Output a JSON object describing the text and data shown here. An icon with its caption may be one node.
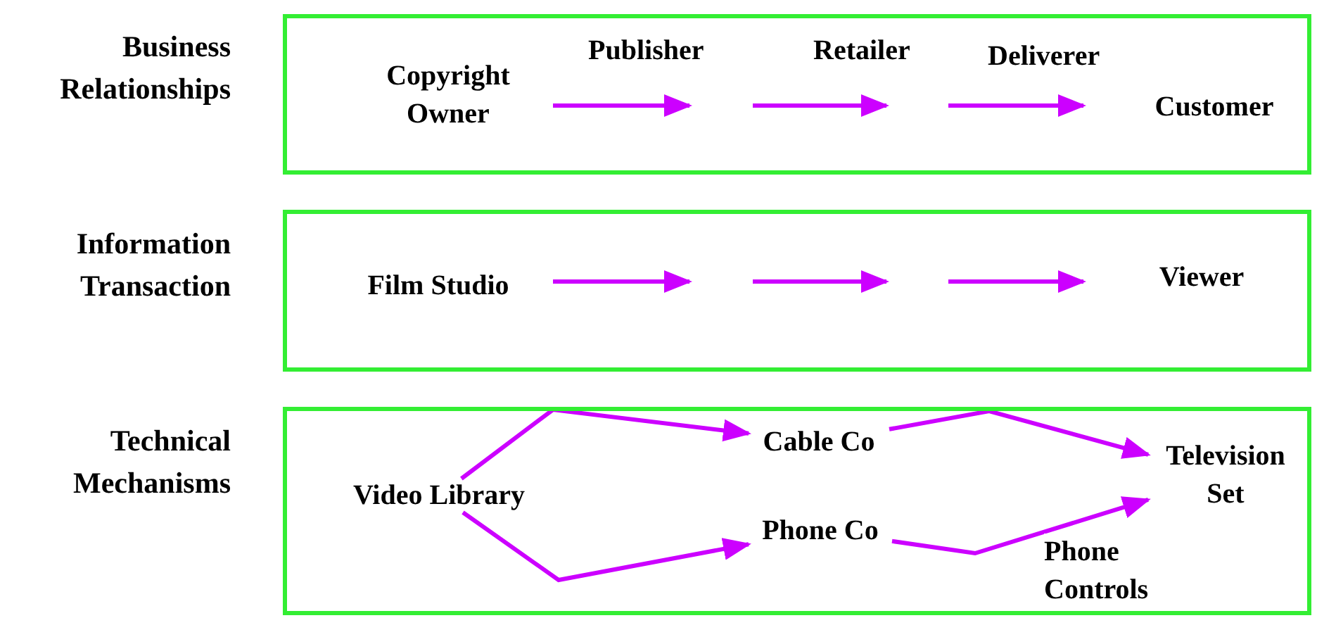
{
  "diagram": {
    "nodes": [
      {
        "text": [
          "Business Relationships"
        ]
      },
      {
        "text": [
          "Copyright Owner"
        ],
        "in": 0
      },
      {
        "text": [
          "Customer"
        ],
        "in": 0
      },
      {
        "text": [
          "Information Transaction"
        ]
      },
      {
        "text": [
          "Film Studio"
        ],
        "in": 3
      },
      {
        "text": [
          "Viewer"
        ],
        "in": 3
      },
      {
        "text": [
          "Technical Mechanisms"
        ]
      },
      {
        "text": [
          "Video Library"
        ],
        "in": 6
      },
      {
        "text": [
          "Cable Co"
        ],
        "in": 6
      },
      {
        "text": [
          "Phone Co"
        ],
        "in": 6
      },
      {
        "text": [
          "Television Set"
        ],
        "in": 6
      }
    ],
    "edges": [
      {
        "from": 1,
        "to": null,
        "arrow": "to"
      },
      {
        "from": null,
        "to": 2,
        "arrow": "to"
      },
      {
        "from": 4,
        "to": null,
        "arrow": "to"
      },
      {
        "from": null,
        "to": 5,
        "arrow": "to"
      },
      {
        "from": 7,
        "to": 8,
        "arrow": "to"
      },
      {
        "from": 7,
        "to": 9,
        "arrow": "to"
      },
      {
        "from": 8,
        "to": 10,
        "arrow": "to"
      },
      {
        "from": 9,
        "to": 10,
        "arrow": "to",
        "label": "Phone Controls"
      }
    ],
    "labels": [
      "Publisher",
      "Retailer",
      "Deliverer"
    ]
  }
}
